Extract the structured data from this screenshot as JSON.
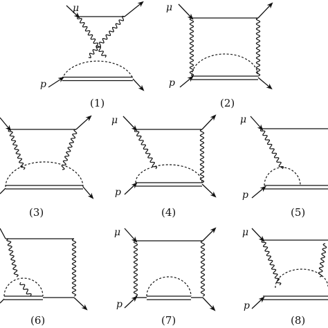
{
  "particles": {
    "muon": "μ",
    "proton": "p"
  },
  "diagrams": [
    {
      "id": "d1",
      "label": "(1)",
      "show_mu": true,
      "show_p": true
    },
    {
      "id": "d2",
      "label": "(2)",
      "show_mu": true,
      "show_p": true
    },
    {
      "id": "d3",
      "label": "(3)",
      "show_mu": false,
      "show_p": false
    },
    {
      "id": "d4",
      "label": "(4)",
      "show_mu": true,
      "show_p": true
    },
    {
      "id": "d5",
      "label": "(5)",
      "show_mu": true,
      "show_p": true
    },
    {
      "id": "d6",
      "label": "(6)",
      "show_mu": false,
      "show_p": false
    },
    {
      "id": "d7",
      "label": "(7)",
      "show_mu": true,
      "show_p": true
    },
    {
      "id": "d8",
      "label": "(8)",
      "show_mu": true,
      "show_p": true
    }
  ],
  "colors": {
    "ink": "#111111",
    "background": "#ffffff"
  }
}
